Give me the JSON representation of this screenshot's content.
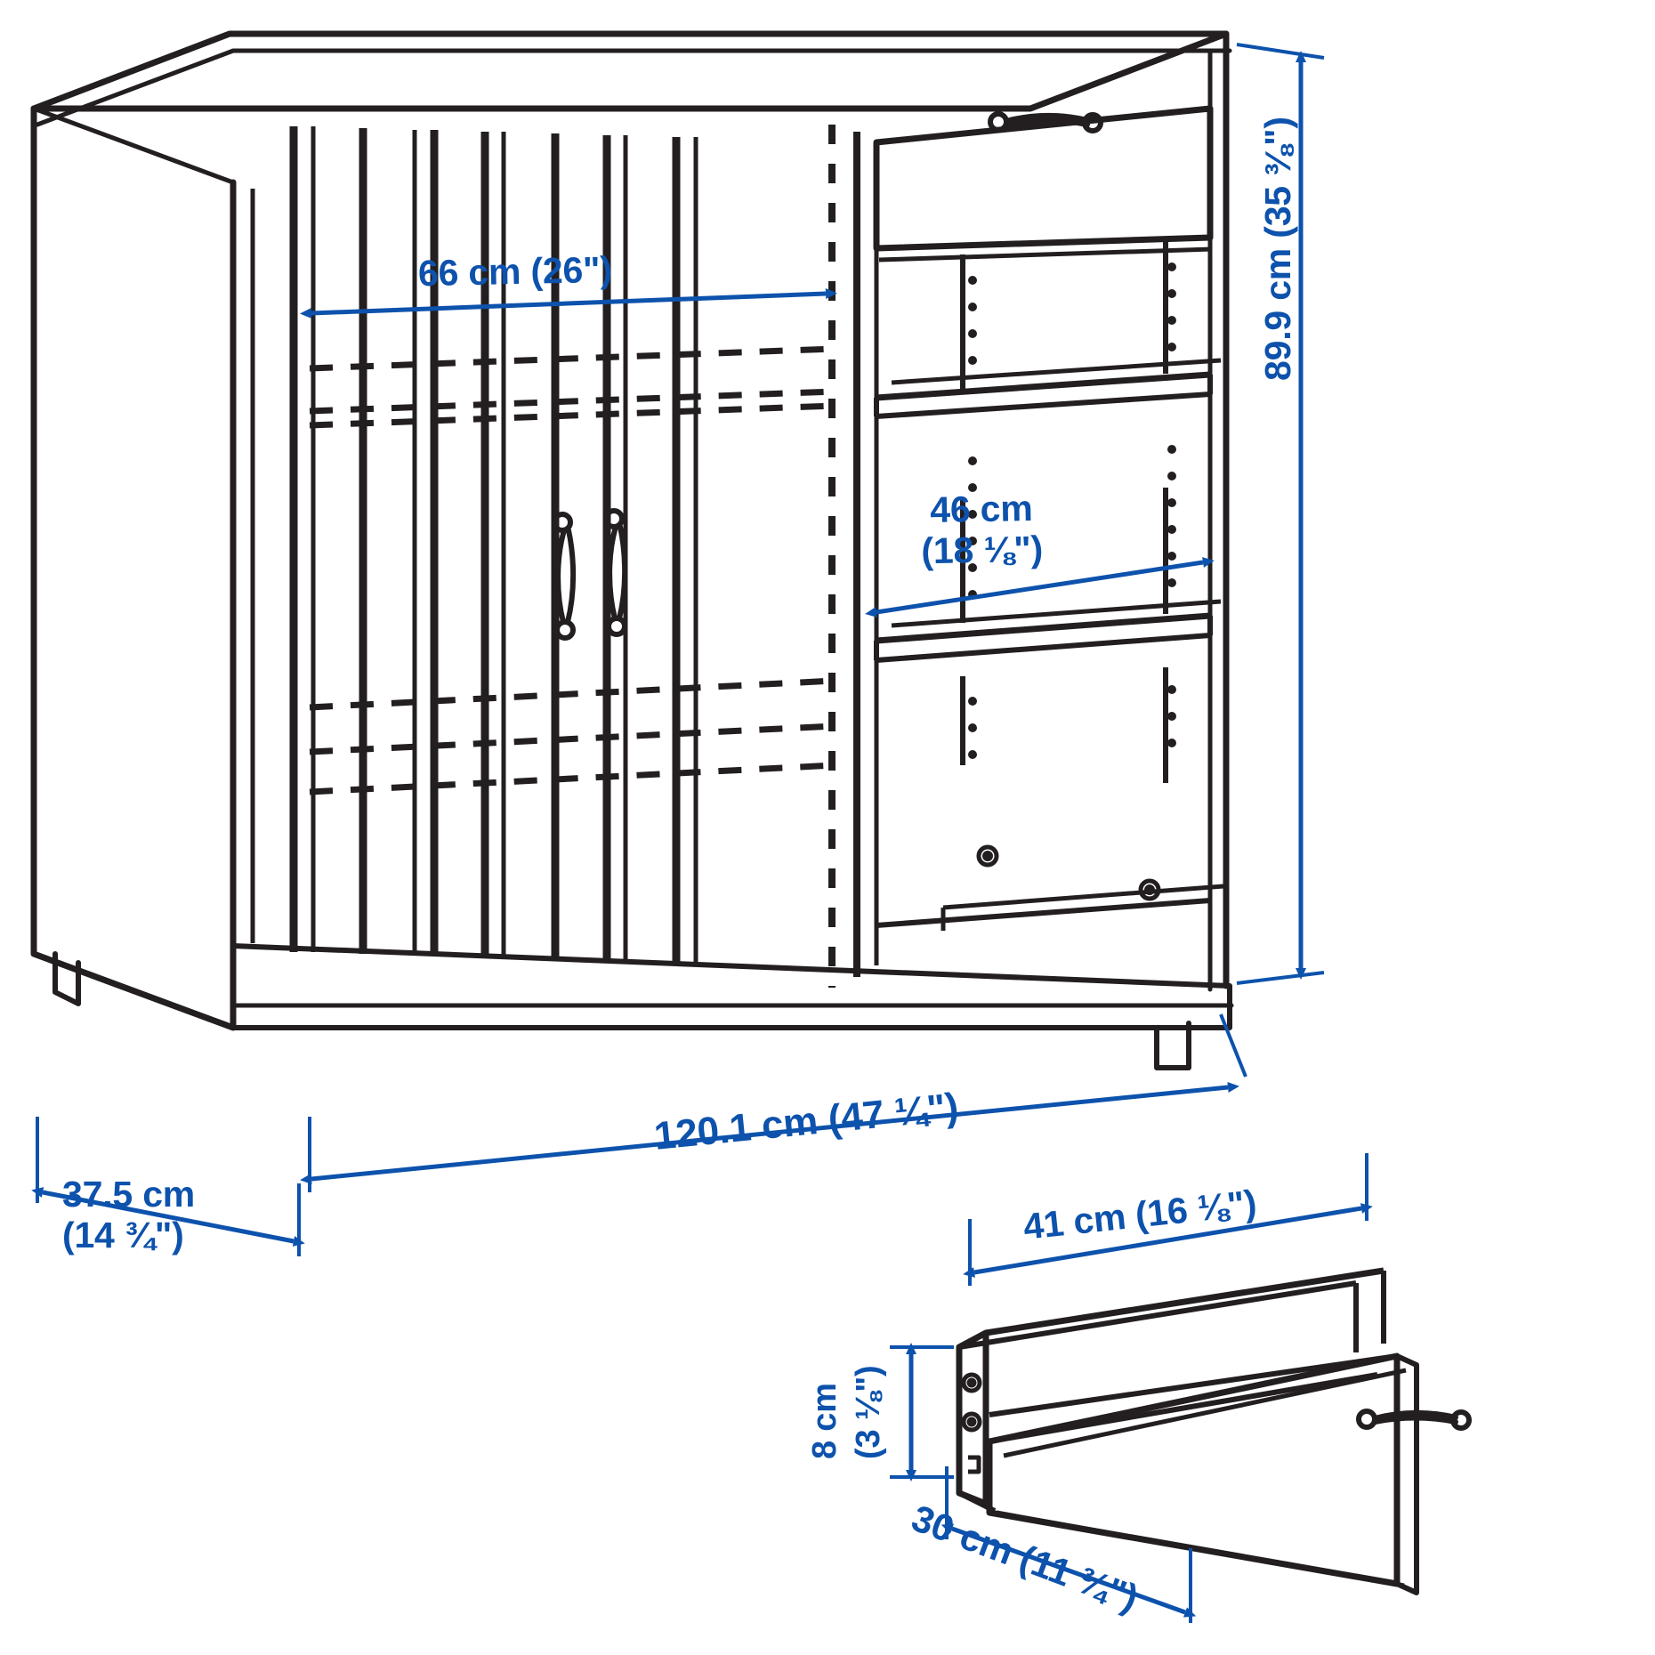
{
  "meta": {
    "drawing_type": "furniture-dimension-diagram",
    "subject": "cabinet with sliding doors, drawer and shelves",
    "line_color": "#231f20",
    "dimension_color": "#0d52ac",
    "background": "#ffffff"
  },
  "dimensions": {
    "door_width": {
      "metric": "66 cm",
      "imperial": "(26\")",
      "full": "66 cm (26\")"
    },
    "shelf_width": {
      "metric": "46 cm",
      "imperial": "(18 ⅛\")",
      "line1": "46 cm",
      "line2": "(18 ⅛\")"
    },
    "total_height": {
      "metric": "89.9 cm",
      "imperial": "(35 ⅜\")",
      "full": "89.9 cm (35 ⅜\")"
    },
    "total_width": {
      "metric": "120.1 cm",
      "imperial": "(47 ¼\")",
      "full": "120.1 cm (47 ¼\")"
    },
    "total_depth": {
      "metric": "37.5 cm",
      "imperial": "(14 ¾\")",
      "line1": "37.5 cm",
      "line2": "(14 ¾\")"
    },
    "drawer_width": {
      "metric": "41 cm",
      "imperial": "(16 ⅛\")",
      "full": "41 cm (16 ⅛\")"
    },
    "drawer_height": {
      "metric": "8 cm",
      "imperial": "(3 ⅛\")",
      "line1": "8 cm",
      "line2": "(3 ⅛\")"
    },
    "drawer_depth": {
      "metric": "30 cm",
      "imperial": "(11 ¾\")",
      "full": "30 cm (11 ¾\")"
    }
  }
}
